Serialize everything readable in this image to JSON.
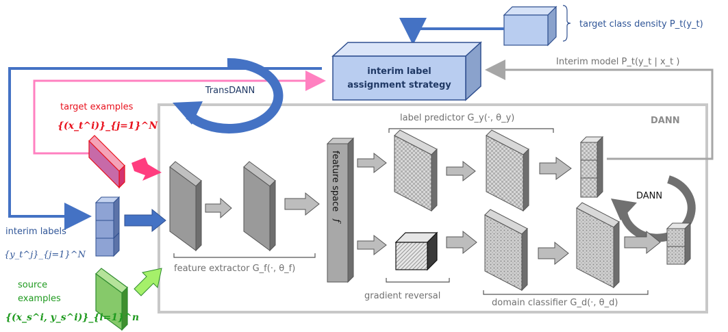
{
  "labels": {
    "target_class_density": "target class density P_t(y_t)",
    "interim_model": "Interim model  P_t(y_t | x_t )",
    "strategy_line1": "interim label",
    "strategy_line2": "assignment strategy",
    "transdann": "TransDANN",
    "target_examples": "target examples",
    "target_examples_set": "{(x_t^i)}_{j=1}^N",
    "interim_labels": "interim labels",
    "interim_labels_set": "{y_t^j}_{j=1}^N",
    "source_examples_line1": "source",
    "source_examples_line2": "examples",
    "source_examples_set": "{(x_s^i, y_s^i)}_{i=1}^n",
    "dann_box": "DANN",
    "dann_cycle": "DANN",
    "feature_space": "feature space",
    "feature_space_symbol": "f",
    "feature_extractor": "feature extractor G_f(·, θ_f)",
    "label_predictor": "label predictor G_y(·, θ_y)",
    "gradient_reversal": "gradient reversal",
    "domain_classifier": "domain classifier G_d(·, θ_d)"
  },
  "colors": {
    "blue_arrow": "#4472c4",
    "pink_arrow": "#ff80c0",
    "green_text": "#1f9a1f",
    "red_text": "#e8101c",
    "box_blue": "#b9cdf0",
    "dann_gray": "#c8c8c8",
    "layer_gray": "#9a9a9a",
    "cycle_gray": "#707070"
  }
}
